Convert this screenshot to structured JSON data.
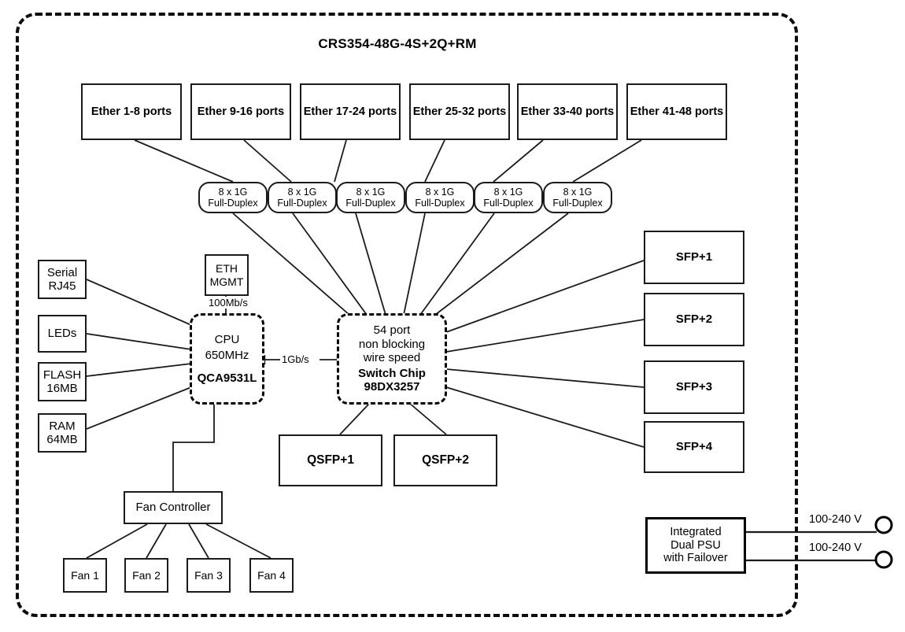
{
  "diagram": {
    "title": "CRS354-48G-4S+2Q+RM",
    "type": "block-diagram",
    "ether_groups": [
      {
        "label": "Ether 1-8 ports"
      },
      {
        "label": "Ether 9-16 ports"
      },
      {
        "label": "Ether 17-24 ports"
      },
      {
        "label": "Ether 25-32 ports"
      },
      {
        "label": "Ether 33-40 ports"
      },
      {
        "label": "Ether 41-48 ports"
      }
    ],
    "phy_pills": [
      {
        "line1": "8 x 1G",
        "line2": "Full-Duplex"
      },
      {
        "line1": "8 x 1G",
        "line2": "Full-Duplex"
      },
      {
        "line1": "8 x 1G",
        "line2": "Full-Duplex"
      },
      {
        "line1": "8 x 1G",
        "line2": "Full-Duplex"
      },
      {
        "line1": "8 x 1G",
        "line2": "Full-Duplex"
      },
      {
        "line1": "8 x 1G",
        "line2": "Full-Duplex"
      }
    ],
    "peripherals": [
      {
        "line1": "Serial",
        "line2": "RJ45"
      },
      {
        "line1": "LEDs",
        "line2": ""
      },
      {
        "line1": "FLASH",
        "line2": "16MB"
      },
      {
        "line1": "RAM",
        "line2": "64MB"
      }
    ],
    "eth_mgmt": {
      "line1": "ETH",
      "line2": "MGMT",
      "link_speed": "100Mb/s"
    },
    "cpu": {
      "line1": "CPU",
      "line2": "650MHz",
      "part": "QCA9531L"
    },
    "cpu_switch_link": "1Gb/s",
    "switch_chip": {
      "line1": "54 port",
      "line2": "non blocking",
      "line3": "wire speed",
      "line4": "Switch Chip",
      "line5": "98DX3257"
    },
    "sfp_ports": [
      {
        "label": "SFP+1"
      },
      {
        "label": "SFP+2"
      },
      {
        "label": "SFP+3"
      },
      {
        "label": "SFP+4"
      }
    ],
    "qsfp_ports": [
      {
        "label": "QSFP+1"
      },
      {
        "label": "QSFP+2"
      }
    ],
    "fan_controller": {
      "label": "Fan Controller"
    },
    "fans": [
      {
        "label": "Fan 1"
      },
      {
        "label": "Fan 2"
      },
      {
        "label": "Fan 3"
      },
      {
        "label": "Fan 4"
      }
    ],
    "psu": {
      "line1": "Integrated",
      "line2": "Dual PSU",
      "line3": "with Failover"
    },
    "power_inputs": [
      {
        "label": "100-240 V"
      },
      {
        "label": "100-240 V"
      }
    ],
    "colors": {
      "line": "#1b1b1b",
      "border": "#000000",
      "background": "#ffffff"
    }
  }
}
